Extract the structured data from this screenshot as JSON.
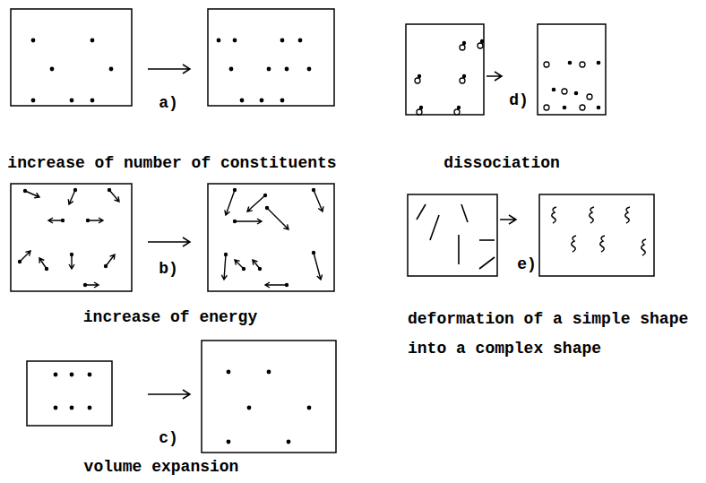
{
  "diagram": {
    "labels": [
      "a)",
      "increase of number of constituents",
      "b)",
      "increase of energy",
      "c)",
      "volume expansion",
      "d)",
      "dissociation",
      "e)",
      "deformation of a simple shape into a complex shape"
    ]
  }
}
